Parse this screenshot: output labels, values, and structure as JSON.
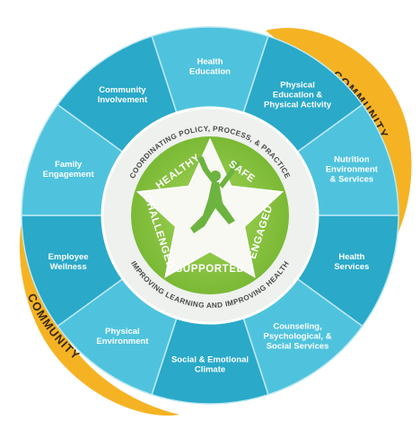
{
  "community": {
    "top_label": "COMMUNITY",
    "bottom_label": "COMMUNITY"
  },
  "components": [
    "Health\nEducation",
    "Physical\nEducation &\nPhysical Activity",
    "Nutrition\nEnvironment\n& Services",
    "Health\nServices",
    "Counseling,\nPsychological, &\nSocial Services",
    "Social & Emotional\nClimate",
    "Physical\nEnvironment",
    "Employee\nWellness",
    "Family\nEngagement",
    "Community\nInvolvement"
  ],
  "band": {
    "top_text": "COORDINATING POLICY, PROCESS, & PRACTICE",
    "bottom_text": "IMPROVING LEARNING AND IMPROVING HEALTH"
  },
  "tenets": [
    "HEALTHY",
    "SAFE",
    "ENGAGED",
    "SUPPORTED",
    "CHALLENGED"
  ],
  "colors": {
    "community_gold": "#f5b324",
    "community_gold_dark": "#e9951b",
    "segment_light": "#4fc3dd",
    "segment_dark": "#2aa9c9",
    "segment_divider": "#bfe9f4",
    "band_fill": "#eef1ee",
    "center_green": "#8dc63f",
    "star_white": "#f7f9f2",
    "figure_green": "#6db33f"
  },
  "icons": [
    "jumping-student-figure"
  ]
}
